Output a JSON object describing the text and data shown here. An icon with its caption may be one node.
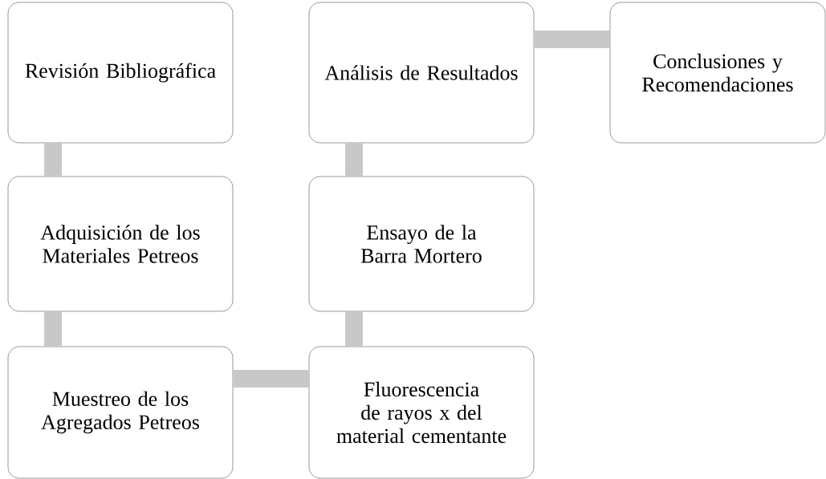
{
  "diagram": {
    "nodes": [
      {
        "text": [
          "Revisión Bibliográfica"
        ]
      },
      {
        "text": [
          "Adquisición de los Materiales Petreos"
        ]
      },
      {
        "text": [
          "Muestreo de los Agregados Petreos"
        ]
      },
      {
        "text": [
          "Fluorescencia de rayos x del material cementante"
        ]
      },
      {
        "text": [
          "Ensayo de la Barra Mortero"
        ]
      },
      {
        "text": [
          "Análisis de Resultados"
        ]
      },
      {
        "text": [
          "Conclusiones y Recomendaciones"
        ]
      }
    ],
    "edges": [
      {
        "from": 0,
        "to": 1,
        "arrow": "none"
      },
      {
        "from": 1,
        "to": 2,
        "arrow": "none"
      },
      {
        "from": 2,
        "to": 3,
        "arrow": "none"
      },
      {
        "from": 3,
        "to": 4,
        "arrow": "none"
      },
      {
        "from": 4,
        "to": 5,
        "arrow": "none"
      },
      {
        "from": 5,
        "to": 6,
        "arrow": "none"
      }
    ]
  }
}
